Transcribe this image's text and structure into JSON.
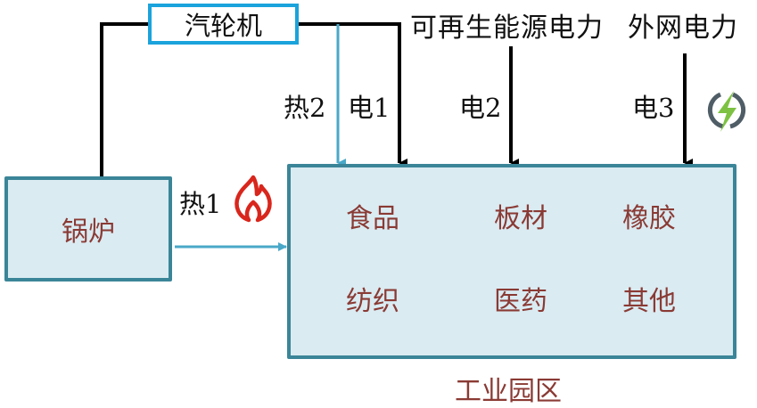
{
  "nodes": {
    "turbine": "汽轮机",
    "boiler": "锅炉",
    "park_caption": "工业园区"
  },
  "sources": {
    "renewable": "可再生能源电力",
    "grid": "外网电力"
  },
  "flows": {
    "heat1": "热1",
    "heat2": "热2",
    "elec1": "电1",
    "elec2": "电2",
    "elec3": "电3"
  },
  "industries": [
    "食品",
    "板材",
    "橡胶",
    "纺织",
    "医药",
    "其他"
  ],
  "icons": {
    "heat": "flame-icon",
    "power": "lightning-power-icon"
  },
  "colors": {
    "heat_line": "#4aa8c8",
    "power_line": "#000000",
    "box_border": "#3b8598",
    "box_fill": "#daebf2",
    "turbine_border": "#1aa3dc",
    "industry_text": "#8a3a34",
    "flame": "#d9261c",
    "bolt": "#7dc242",
    "ring": "#4f5d66"
  }
}
